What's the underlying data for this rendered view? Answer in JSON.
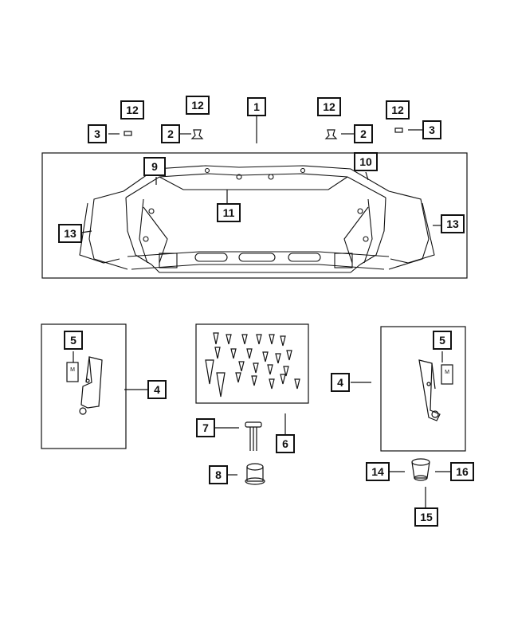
{
  "diagram": {
    "callouts": {
      "c1": "1",
      "c2_left": "2",
      "c2_right": "2",
      "c3_left": "3",
      "c3_right": "3",
      "c4_left": "4",
      "c4_right": "4",
      "c5_left": "5",
      "c5_right": "5",
      "c6": "6",
      "c7": "7",
      "c8": "8",
      "c9": "9",
      "c10": "10",
      "c11": "11",
      "c12_a": "12",
      "c12_b": "12",
      "c12_c": "12",
      "c12_d": "12",
      "c13_left": "13",
      "c13_right": "13",
      "c14": "14",
      "c15": "15",
      "c16": "16"
    },
    "bracket_label": "M"
  }
}
